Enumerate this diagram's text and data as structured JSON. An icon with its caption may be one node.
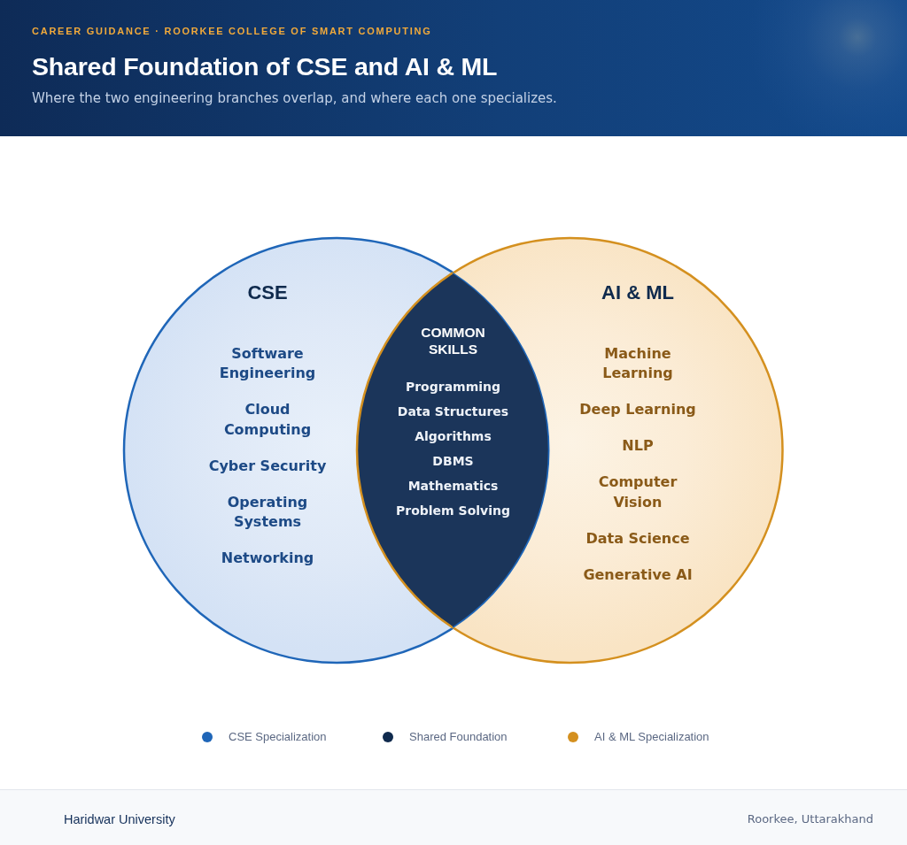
{
  "diagram": {
    "title": "Shared Foundation of CSE and AI & ML",
    "nodes": [
      {
        "text": [
          "CSE",
          "Software Engineering",
          "Cloud Computing",
          "Cyber Security",
          "Operating Systems",
          "Networking"
        ]
      },
      {
        "text": [
          "COMMON SKILLS",
          "Programming",
          "Data Structures",
          "Algorithms",
          "DBMS",
          "Mathematics",
          "Problem Solving"
        ]
      },
      {
        "text": [
          "AI & ML",
          "Machine Learning",
          "Deep Learning",
          "NLP",
          "Computer Vision",
          "Data Science",
          "Generative AI"
        ]
      }
    ],
    "labels": [
      "CAREER GUIDANCE · ROORKEE COLLEGE OF SMART COMPUTING",
      "Where the two engineering branches overlap, and where each one specializes.",
      "Haridwar University",
      "Roorkee, Uttarakhand"
    ],
    "legend": [
      {
        "text": "CSE Specialization",
        "color": "#1f66b8"
      },
      {
        "text": "Shared Foundation",
        "color": "#0f2a4d"
      },
      {
        "text": "AI & ML Specialization",
        "color": "#d4901f"
      }
    ]
  }
}
